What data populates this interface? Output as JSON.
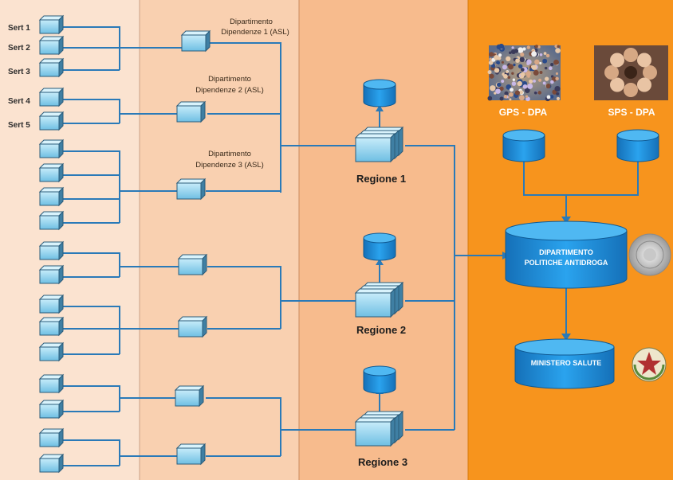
{
  "sert_labels": [
    "Sert 1",
    "Sert 2",
    "Sert 3",
    "Sert 4",
    "Sert 5"
  ],
  "dipartimenti": [
    {
      "line1": "Dipartimento",
      "line2": "Dipendenze 1 (ASL)"
    },
    {
      "line1": "Dipartimento",
      "line2": "Dipendenze 2 (ASL)"
    },
    {
      "line1": "Dipartimento",
      "line2": "Dipendenze 3 (ASL)"
    }
  ],
  "regioni": [
    "Regione 1",
    "Regione 2",
    "Regione 3"
  ],
  "photos": [
    {
      "label": "GPS - DPA",
      "icon": "crowd-photo"
    },
    {
      "label": "SPS - DPA",
      "icon": "group-circle-photo"
    }
  ],
  "dpa": {
    "line1": "DIPARTIMENTO",
    "line2": "POLITICHE ANTIDROGA",
    "icon": "dpa-seal-icon"
  },
  "ministero": {
    "label": "MINISTERO SALUTE",
    "icon": "italian-emblem-icon"
  },
  "colors": {
    "panel1": "#fbe3d0",
    "panel2": "#f9d0b0",
    "panel3": "#f7b98a",
    "panel4": "#f7941d",
    "line": "#2a7ab8",
    "node_fill": "#8fd0ee",
    "node_stroke": "#2b5c7a",
    "cylinder": "#1f8fd6"
  }
}
